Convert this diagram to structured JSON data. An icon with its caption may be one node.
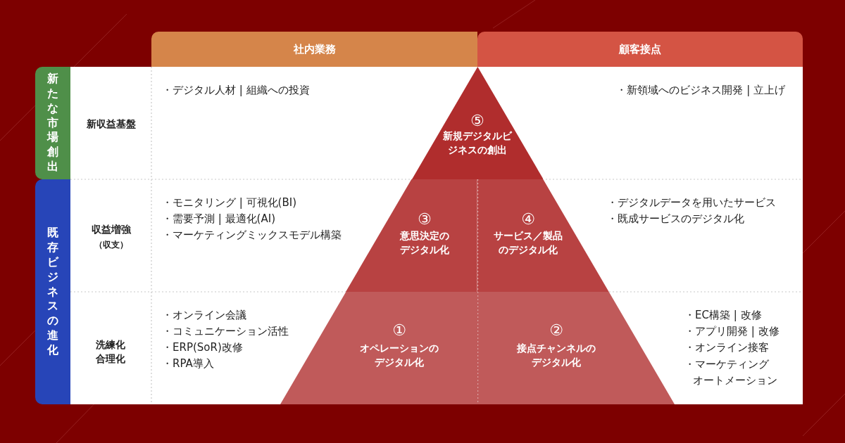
{
  "diagram": {
    "nodes": [
      {
        "text": [
          "社内業務"
        ]
      },
      {
        "text": [
          "顧客接点"
        ]
      },
      {
        "text": [
          "新たな市場創出"
        ]
      },
      {
        "text": [
          "既存ビジネスの進化"
        ]
      },
      {
        "text": [
          "⑤",
          "新規デジタルビジネスの創出"
        ]
      },
      {
        "text": [
          "③",
          "意思決定のデジタル化"
        ]
      },
      {
        "text": [
          "④",
          "サービス／製品のデジタル化"
        ]
      },
      {
        "text": [
          "①",
          "オペレーションのデジタル化"
        ]
      },
      {
        "text": [
          "②",
          "接点チャンネルのデジタル化"
        ]
      }
    ],
    "labels": [
      "新収益基盤",
      "・デジタル人材 | 組織への投資",
      "・新領域へのビジネス開発 | 立上げ",
      "収益増強",
      "（収支）",
      "・モニタリング | 可視化(BI)",
      "・需要予測 | 最適化(AI)",
      "・マーケティングミックスモデル構築",
      "・デジタルデータを用いたサービス",
      "・既成サービスのデジタル化",
      "洗練化合理化",
      "・オンライン会議",
      "・コミュニケーション活性",
      "・ERP(SoR)改修",
      "・RPA導入",
      "・EC構築 | 改修",
      "・アプリ開発 | 改修",
      "・オンライン接客",
      "・マーケティングオートメーション"
    ]
  }
}
